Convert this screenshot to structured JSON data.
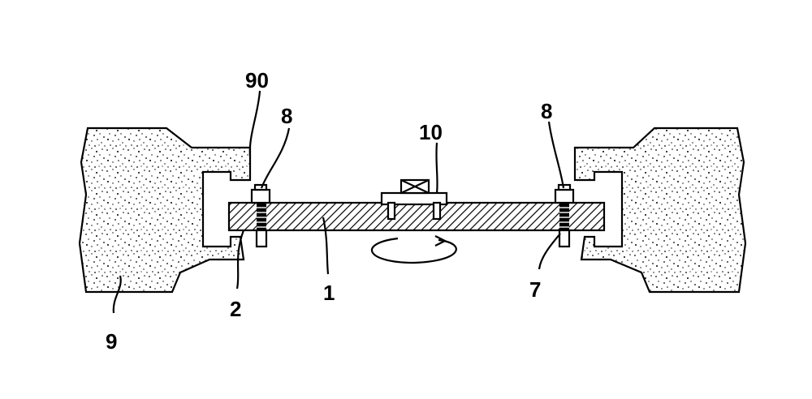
{
  "figure": {
    "labels": {
      "wall_recess": "90",
      "bolt_left": "8",
      "bolt_right": "8",
      "rotor_block": "10",
      "plate": "1",
      "left_fastener_region": "2",
      "right_spring": "7",
      "wall": "9"
    },
    "colors": {
      "ink": "#000000",
      "background": "#ffffff"
    },
    "icons": {
      "rotation": "rotation-arrow-icon"
    }
  }
}
